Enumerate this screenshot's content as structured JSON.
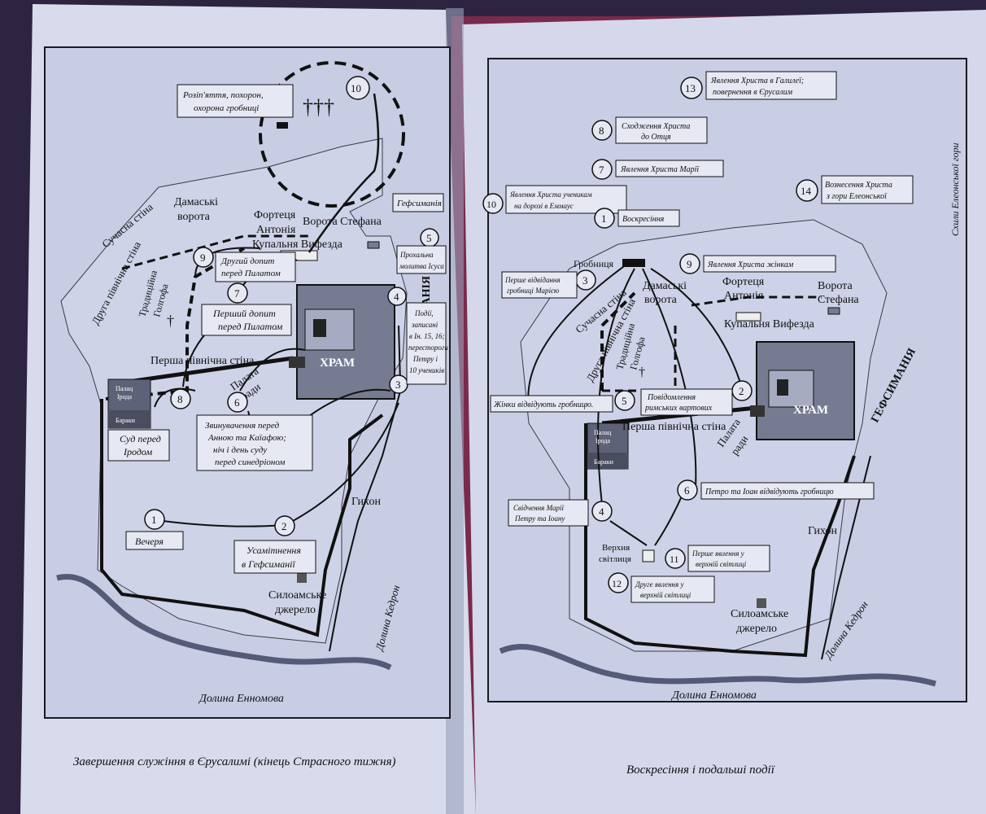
{
  "colors": {
    "page": "#d9dced",
    "map_bg": "#c9cfe6",
    "ink": "#1a1a22",
    "building": "#6f7389",
    "building_light": "#9a9fb7",
    "water": "#8f96b6",
    "cover": "#3a2a55"
  },
  "left": {
    "caption": "Завершення служіння в Єрусалимі (кінець Страсного тижня)",
    "labels": {
      "damascus_gate": "Дамаські",
      "damascus_gate2": "ворота",
      "modern_wall": "Сучасна стіна",
      "second_wall": "Друга північна стіна",
      "golgotha": "Традиційна",
      "golgotha2": "Голгофа",
      "fortress": "Фортеця",
      "fortress2": "Антонія",
      "stephen_gate": "Ворота Стефана",
      "bethesda": "Купальня Вифезда",
      "gethsemane_box": "Гефсиманія",
      "gethsemane": "ГЕФСИМАНІЯ",
      "temple": "ХРАМ",
      "first_wall": "Перша північна стіна",
      "council": "Палата",
      "council2": "ради",
      "herod_palace": "Палац",
      "herod_palace2": "Ірода",
      "barracks": "Бараки",
      "gihon": "Гихон",
      "siloam": "Силоамське",
      "siloam2": "джерело",
      "kidron": "Долина Кедрон",
      "hinnom": "Долина Енномова"
    },
    "events": [
      {
        "num": "1",
        "lines": [
          "Вечеря"
        ]
      },
      {
        "num": "2",
        "lines": [
          "Усамітнення",
          "в Гефсиманії"
        ]
      },
      {
        "num": "3",
        "lines": []
      },
      {
        "num": "4",
        "lines": [
          "Події,",
          "записані",
          "в Ін. 15, 16;",
          "перестороги",
          "Петру і",
          "10 учеників"
        ]
      },
      {
        "num": "5",
        "lines": [
          "Прохальна",
          "молитва Ісуса"
        ]
      },
      {
        "num": "6",
        "lines": [
          "Звинувачення перед",
          "Анною та Каїафою;",
          "ніч і день суду",
          "перед синедріоном"
        ]
      },
      {
        "num": "7",
        "lines": [
          "Перший допит",
          "перед Пилатом"
        ]
      },
      {
        "num": "8",
        "lines": [
          "Суд перед",
          "Іродом"
        ]
      },
      {
        "num": "9",
        "lines": [
          "Другий допит",
          "перед Пилатом"
        ]
      },
      {
        "num": "10",
        "lines": [
          "Розіп'яття, похорон,",
          "охорона гробниці"
        ]
      }
    ]
  },
  "right": {
    "caption": "Воскресіння і подальші події",
    "labels": {
      "olives": "Схили Елеонської гори",
      "tomb": "Гробниця",
      "modern_wall": "Сучасна стіна",
      "second_wall": "Друга північна стіна",
      "golgotha": "Традиційна",
      "golgotha2": "Голгофа",
      "damascus_gate": "Дамаські",
      "damascus_gate2": "ворота",
      "fortress": "Фортеця",
      "fortress2": "Антонія",
      "stephen_gate": "Ворота",
      "stephen_gate2": "Стефана",
      "bethesda": "Купальня Вифезда",
      "gethsemane": "ГЕФСИМАНІЯ",
      "temple": "ХРАМ",
      "first_wall": "Перша північна стіна",
      "council": "Палата",
      "council2": "ради",
      "herod_palace": "Палац",
      "herod_palace2": "Ірода",
      "barracks": "Бараки",
      "upper_room": "Верхня",
      "upper_room2": "світлиця",
      "gihon": "Гихон",
      "siloam": "Силоамське",
      "siloam2": "джерело",
      "kidron": "Долина Кедрон",
      "hinnom": "Долина Енномова"
    },
    "events": [
      {
        "num": "1",
        "lines": [
          "Воскресіння"
        ]
      },
      {
        "num": "2",
        "lines": [
          "Повідомлення",
          "римських вартових"
        ]
      },
      {
        "num": "3",
        "lines": [
          "Перше відвідання",
          "гробниці Марією"
        ]
      },
      {
        "num": "4",
        "lines": [
          "Свідчення Марії",
          "Петру та Іоану"
        ]
      },
      {
        "num": "5",
        "lines": [
          "Жінки відвідують гробницю."
        ]
      },
      {
        "num": "6",
        "lines": [
          "Петро та Іоан відвідують гробницю"
        ]
      },
      {
        "num": "7",
        "lines": [
          "Явлення Христа Марії"
        ]
      },
      {
        "num": "8",
        "lines": [
          "Сходження Христа",
          "до Отця"
        ]
      },
      {
        "num": "9",
        "lines": [
          "Явлення Христа жінкам"
        ]
      },
      {
        "num": "10",
        "lines": [
          "Явлення Христа ученикам",
          "на дорозі в Еммаус"
        ]
      },
      {
        "num": "11",
        "lines": [
          "Перше явлення у",
          "верхній світлиці"
        ]
      },
      {
        "num": "12",
        "lines": [
          "Друге явлення у",
          "верхній світлиці"
        ]
      },
      {
        "num": "13",
        "lines": [
          "Явлення Христа в Галилеї;",
          "повернення в Єрусалим"
        ]
      },
      {
        "num": "14",
        "lines": [
          "Вознесення Христа",
          "з гори Елеонської"
        ]
      }
    ]
  }
}
